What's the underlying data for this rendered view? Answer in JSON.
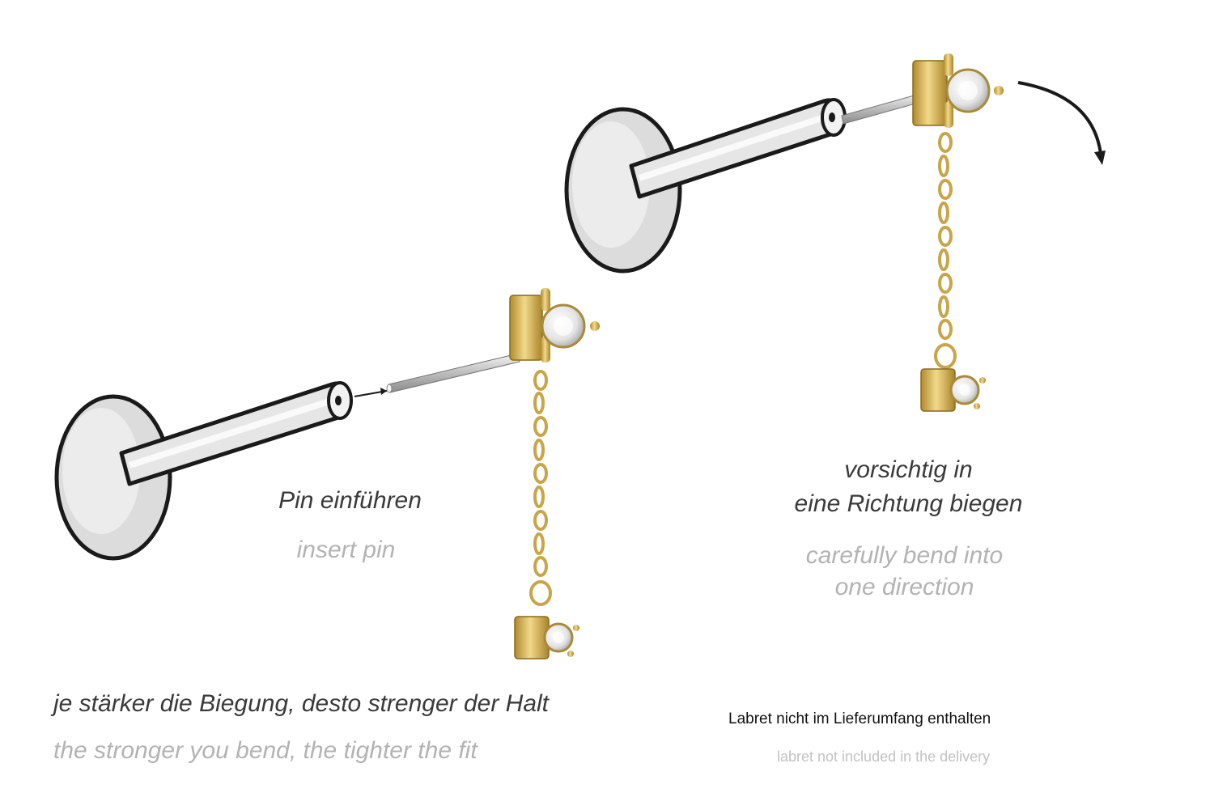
{
  "step1": {
    "label_de": "Pin einführen",
    "label_en": "insert pin"
  },
  "step2": {
    "label_de_line1": "vorsichtig in",
    "label_de_line2": "eine Richtung biegen",
    "label_en_line1": "carefully bend into",
    "label_en_line2": "one direction"
  },
  "tip": {
    "label_de": "je stärker die Biegung, desto strenger der Halt",
    "label_en": "the stronger you bend, the tighter the fit"
  },
  "note": {
    "label_de": "Labret nicht im Lieferumfang enthalten",
    "label_en": "labret not included in the delivery"
  },
  "colors": {
    "gold": "#d6b45a",
    "gold_dark": "#9c7a22",
    "silver": "#d9d9d9",
    "outline": "#1a1a1a"
  }
}
